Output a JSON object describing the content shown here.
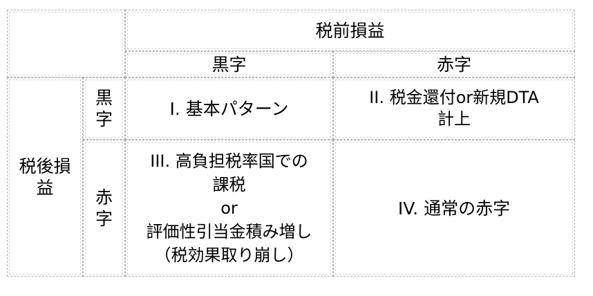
{
  "table": {
    "top_header": "税前損益",
    "col_headers": [
      "黒字",
      "赤字"
    ],
    "row_header": [
      "税後損",
      "益"
    ],
    "sub_row_headers": [
      [
        "黒",
        "字"
      ],
      [
        "赤",
        "字"
      ]
    ],
    "cells": {
      "q1": [
        "I.  基本パターン"
      ],
      "q2": [
        "II.  税金還付or新規DTA",
        "計上"
      ],
      "q3": [
        "III.  高負担税率国での",
        "課税",
        "or",
        "評価性引当金積み増し",
        "（税効果取り崩し）"
      ],
      "q4": [
        "IV.  通常の赤字"
      ]
    }
  }
}
